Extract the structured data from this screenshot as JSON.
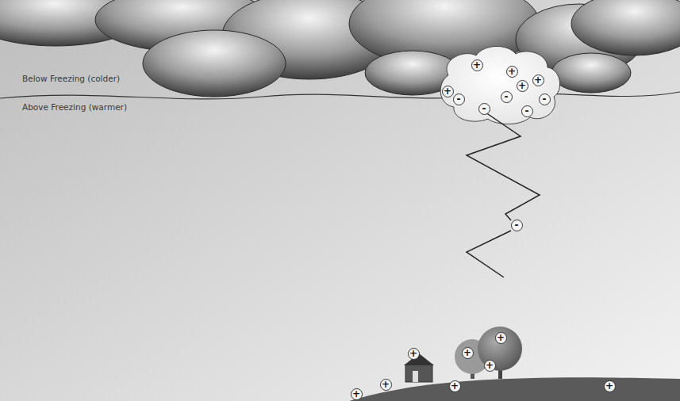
{
  "diagram": {
    "labels": [
      "Below Freezing (colder)",
      "Above Freezing (warmer)",
      "+",
      "+",
      "+",
      "+",
      "+",
      "-",
      "-",
      "-",
      "-",
      "-",
      "-",
      "+",
      "+",
      "+",
      "+",
      "+",
      "+",
      "+",
      "+"
    ]
  }
}
